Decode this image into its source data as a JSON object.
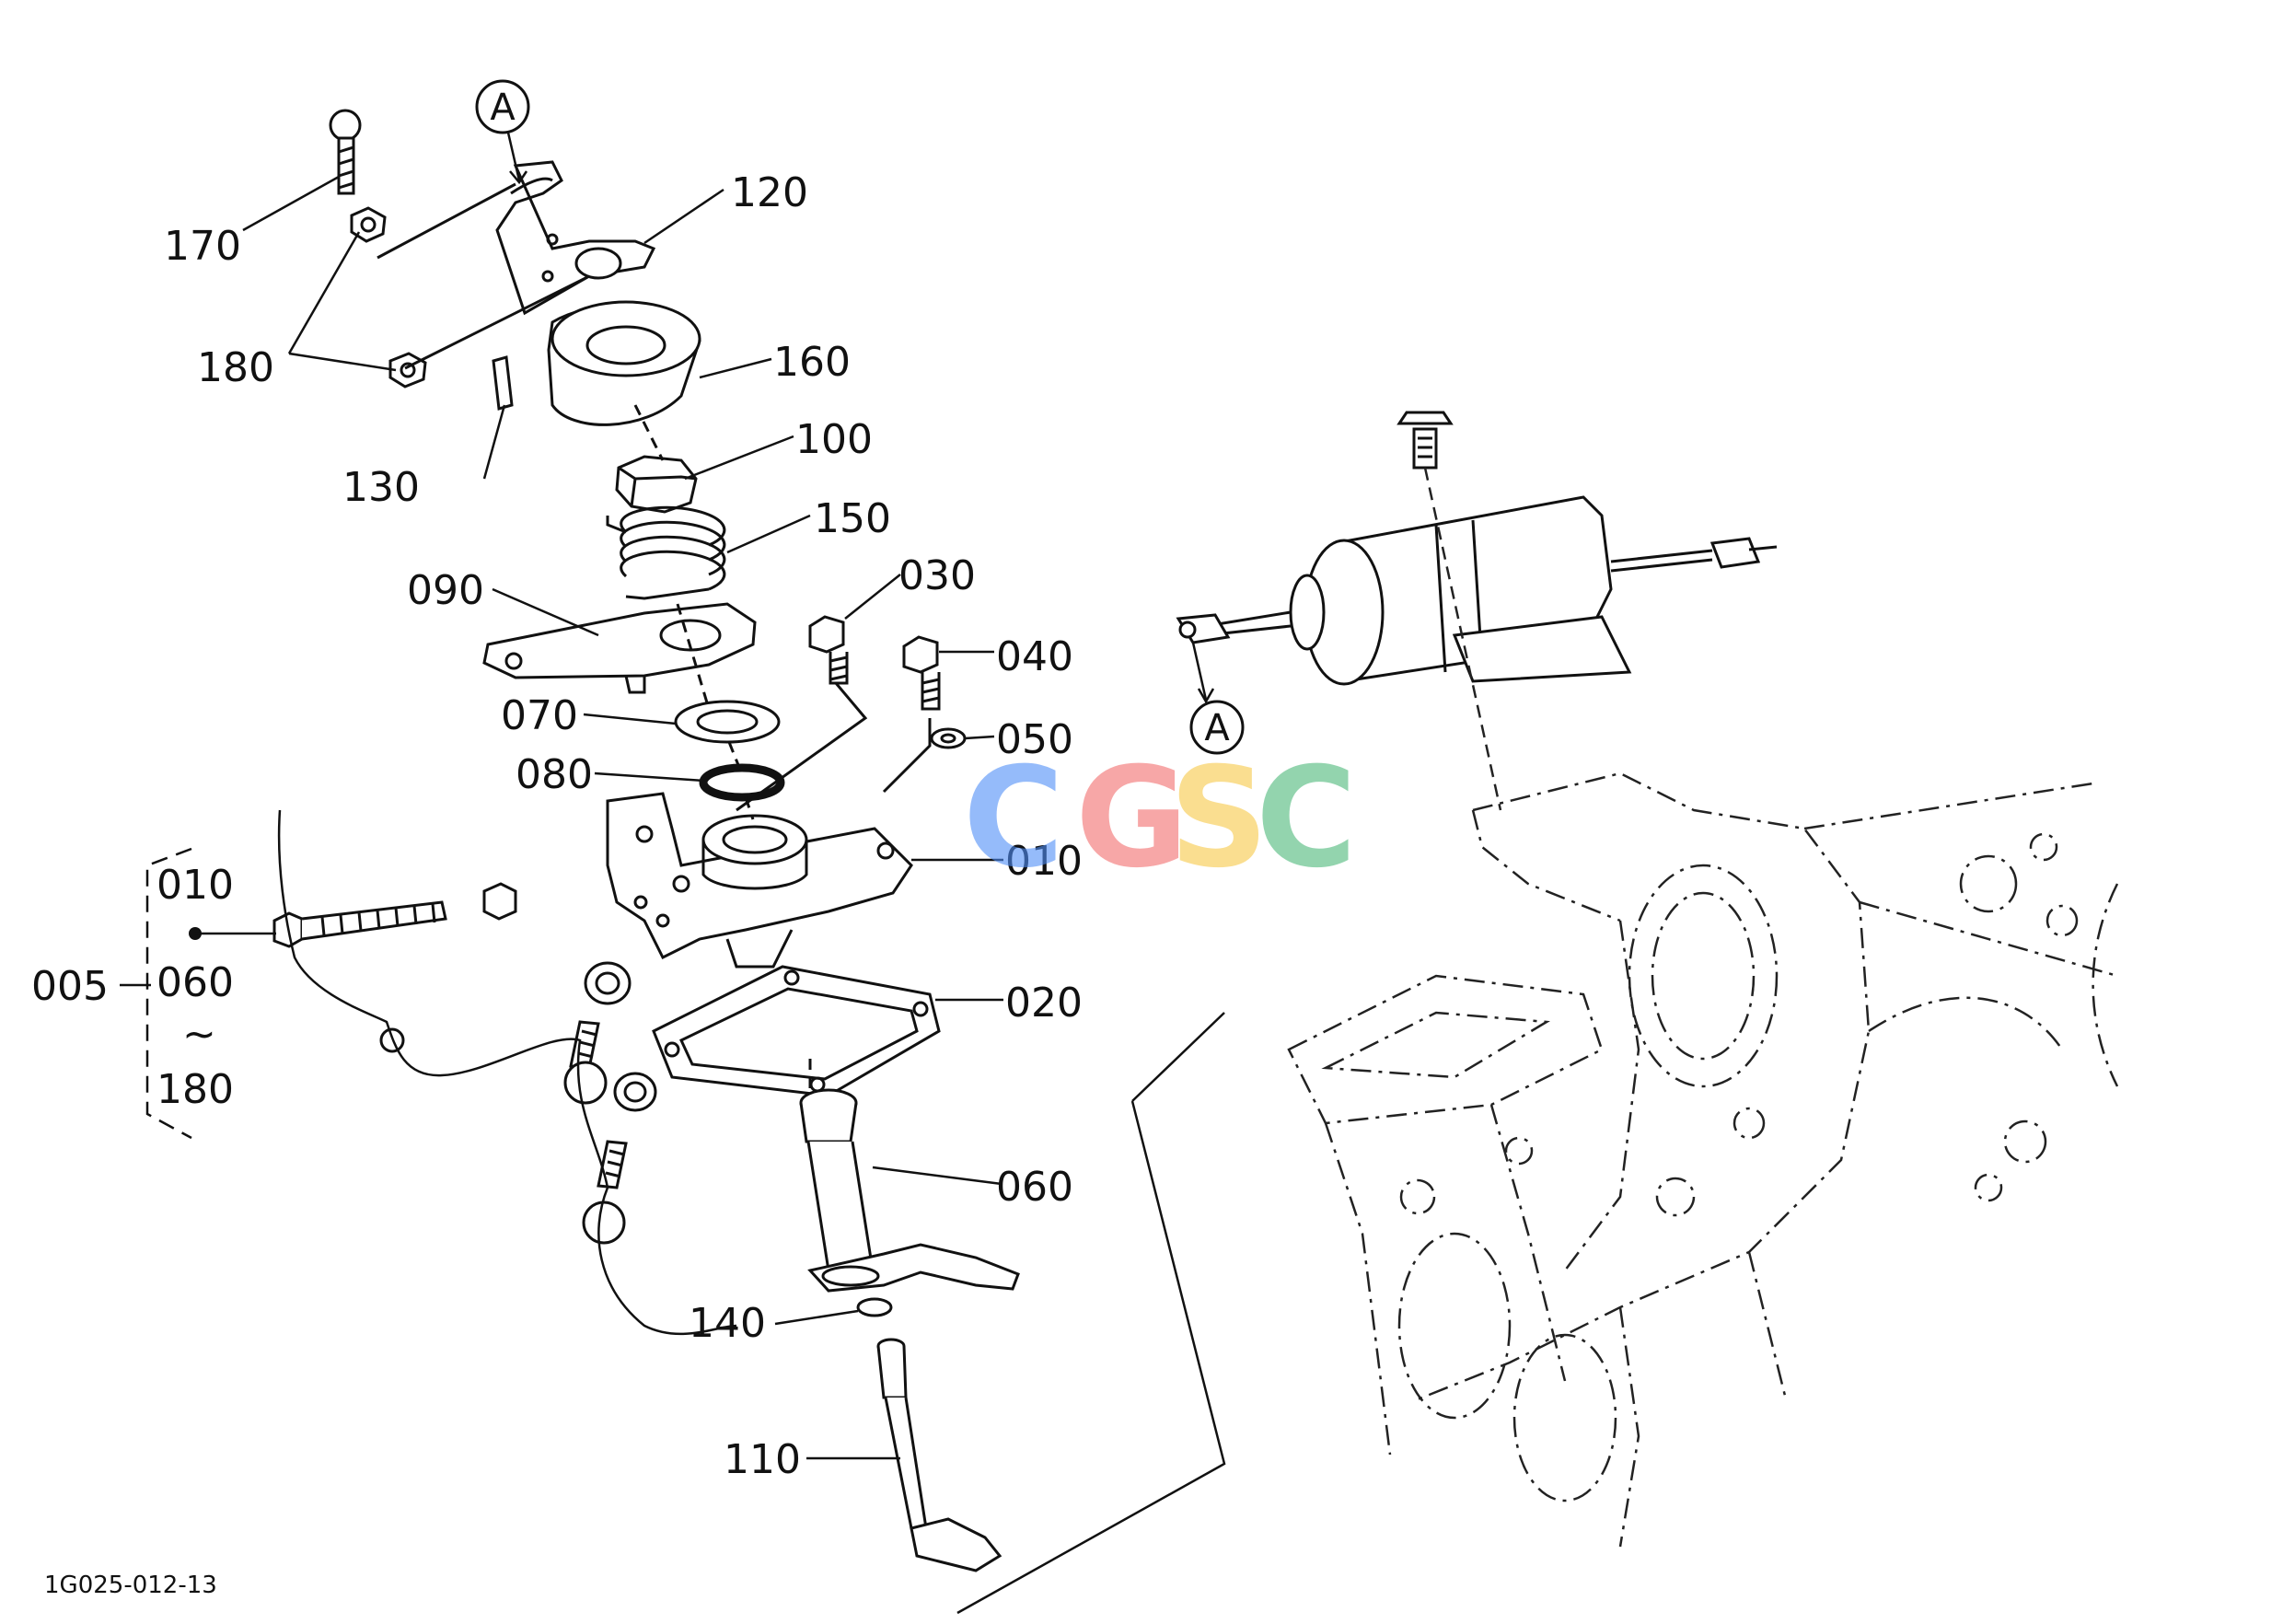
{
  "callouts": {
    "c170": "170",
    "c180": "180",
    "c120": "120",
    "c160": "160",
    "c130": "130",
    "c100": "100",
    "c150": "150",
    "c090": "090",
    "c030": "030",
    "c040": "040",
    "c050": "050",
    "c070": "070",
    "c080": "080",
    "c010": "010",
    "c020": "020",
    "c060": "060",
    "c140": "140",
    "c110": "110"
  },
  "assembly_group": {
    "code": "005",
    "range_start": "010",
    "range_mid": "060",
    "range_sep": "~",
    "range_end": "180"
  },
  "reference_marks": {
    "top": "A",
    "right": "A"
  },
  "drawing_number": "1G025-012-13",
  "watermark": {
    "letters": [
      "C",
      "G",
      "S",
      "C"
    ],
    "colors": [
      "#4f8ef7",
      "#f26d6d",
      "#f7c948",
      "#4cb87a"
    ]
  }
}
